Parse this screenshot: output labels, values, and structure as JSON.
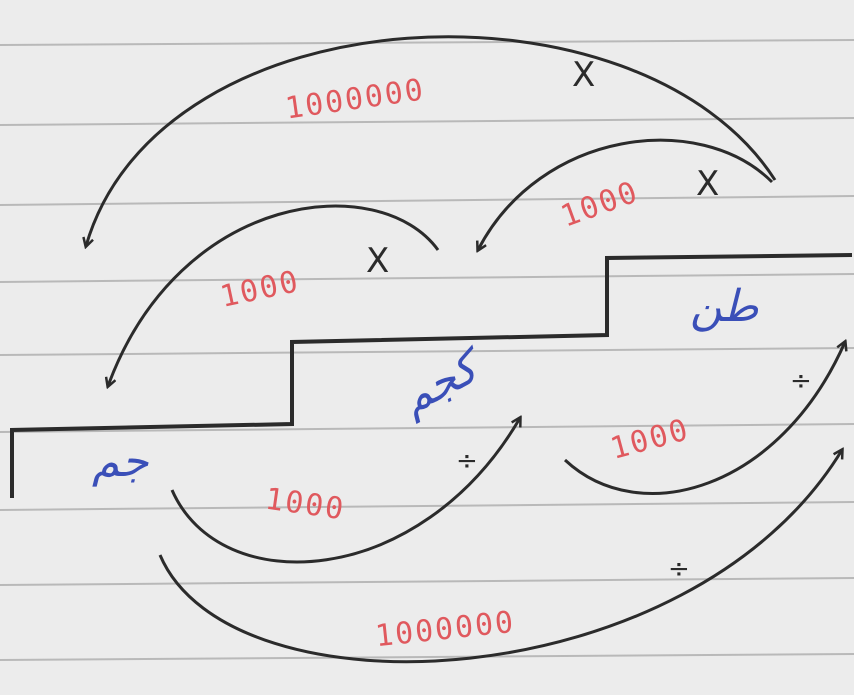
{
  "units": {
    "large": "جم",
    "medium": "كجم",
    "small": "طن"
  },
  "factors": {
    "step_small_to_medium": "1000",
    "step_medium_to_large": "1000",
    "jump_small_to_large": "1000000",
    "up_large_to_medium": "1000",
    "up_medium_to_small": "1000",
    "jump_large_to_small": "1000000"
  },
  "operators": {
    "multiply": "X",
    "divide": "÷"
  },
  "colors": {
    "paper": "#ececec",
    "rule_line": "#b9b9b9",
    "ink": "#2b2b2b",
    "blue_ink": "#3a4fb8",
    "red_ink": "#e0595e"
  }
}
